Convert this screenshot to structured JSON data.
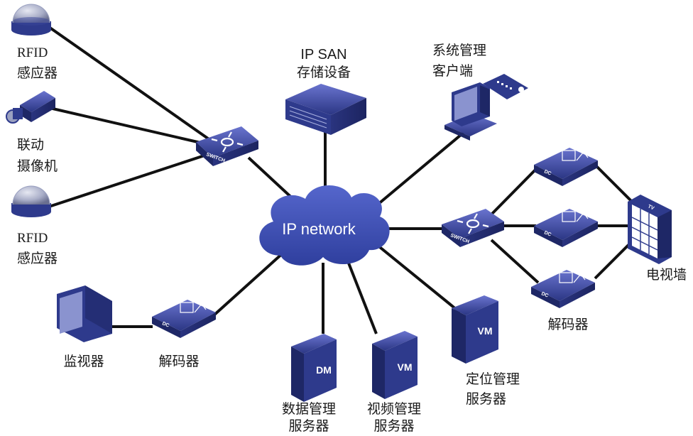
{
  "network": {
    "cloud_label": "IP network"
  },
  "left_devices": {
    "rfid_top": {
      "line1": "RFID",
      "line2": "感应器"
    },
    "camera": {
      "line1": "联动",
      "line2": "摄像机"
    },
    "rfid_bottom": {
      "line1": "RFID",
      "line2": "感应器"
    },
    "switch_text": "SWITCH"
  },
  "storage": {
    "line1": "IP SAN",
    "line2": "存储设备"
  },
  "client": {
    "line1": "系统管理",
    "line2": "客户端"
  },
  "video_wall": {
    "switch_text": "SWITCH",
    "decoder_tag": "DC",
    "tv_tag": "TV",
    "wall_label": "电视墙",
    "decoder_label": "解码器"
  },
  "monitor_group": {
    "monitor_label": "监视器",
    "decoder_label": "解码器",
    "decoder_tag": "DC"
  },
  "servers": {
    "dm": {
      "tag": "DM",
      "line1": "数据管理",
      "line2": "服务器"
    },
    "vm_video": {
      "tag": "VM",
      "line1": "视频管理",
      "line2": "服务器"
    },
    "vm_location": {
      "tag": "VM",
      "line1": "定位管理",
      "line2": "服务器"
    }
  },
  "colors": {
    "device_blue": "#2e3a8c",
    "device_light": "#5b66c4",
    "cloud": "#3b4fb8",
    "link": "#111111"
  }
}
